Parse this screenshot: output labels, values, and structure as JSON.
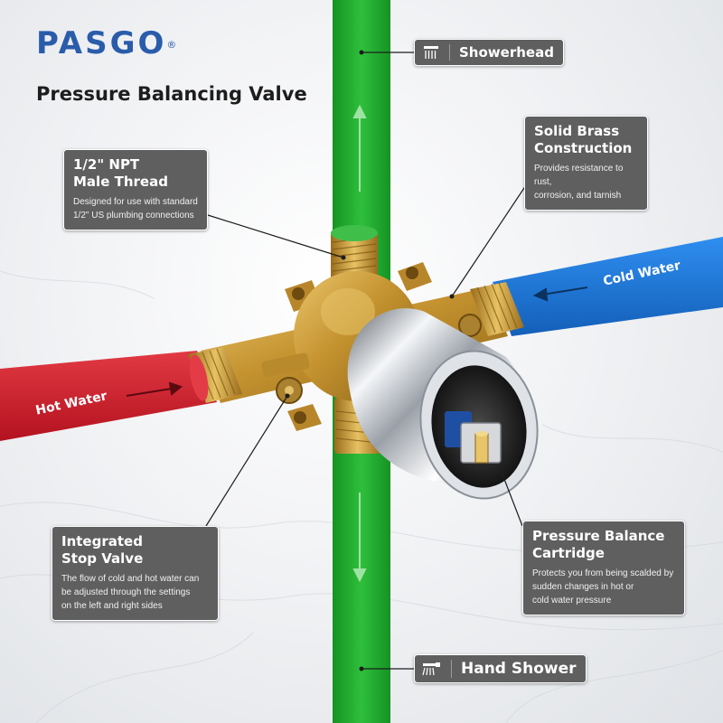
{
  "brand": {
    "logo_text": "PASGO",
    "registered_mark": "®",
    "color": "#2a5caa"
  },
  "page_title": "Pressure Balancing Valve",
  "pipes": {
    "vertical_color": "#1fa32b",
    "hot_color": "#d8202f",
    "cold_color": "#1b74d4"
  },
  "outlets": {
    "showerhead": {
      "label": "Showerhead",
      "icon": "showerhead-icon"
    },
    "hand_shower": {
      "label": "Hand Shower",
      "icon": "hand-shower-icon"
    }
  },
  "water": {
    "hot_label": "Hot Water",
    "cold_label": "Cold Water"
  },
  "callouts": {
    "npt": {
      "heading": "1/2\" NPT\nMale Thread",
      "description": "Designed for use with standard\n1/2\" US plumbing connections"
    },
    "brass": {
      "heading": "Solid Brass\nConstruction",
      "description": "Provides resistance to rust,\ncorrosion, and tarnish"
    },
    "stop_valve": {
      "heading": "Integrated\nStop Valve",
      "description": "The flow of cold and hot water can\nbe adjusted through the settings\non the left and right sides"
    },
    "cartridge": {
      "heading": "Pressure Balance\nCartridge",
      "description": "Protects you from being scalded by\nsudden changes in hot or\ncold water pressure"
    }
  }
}
